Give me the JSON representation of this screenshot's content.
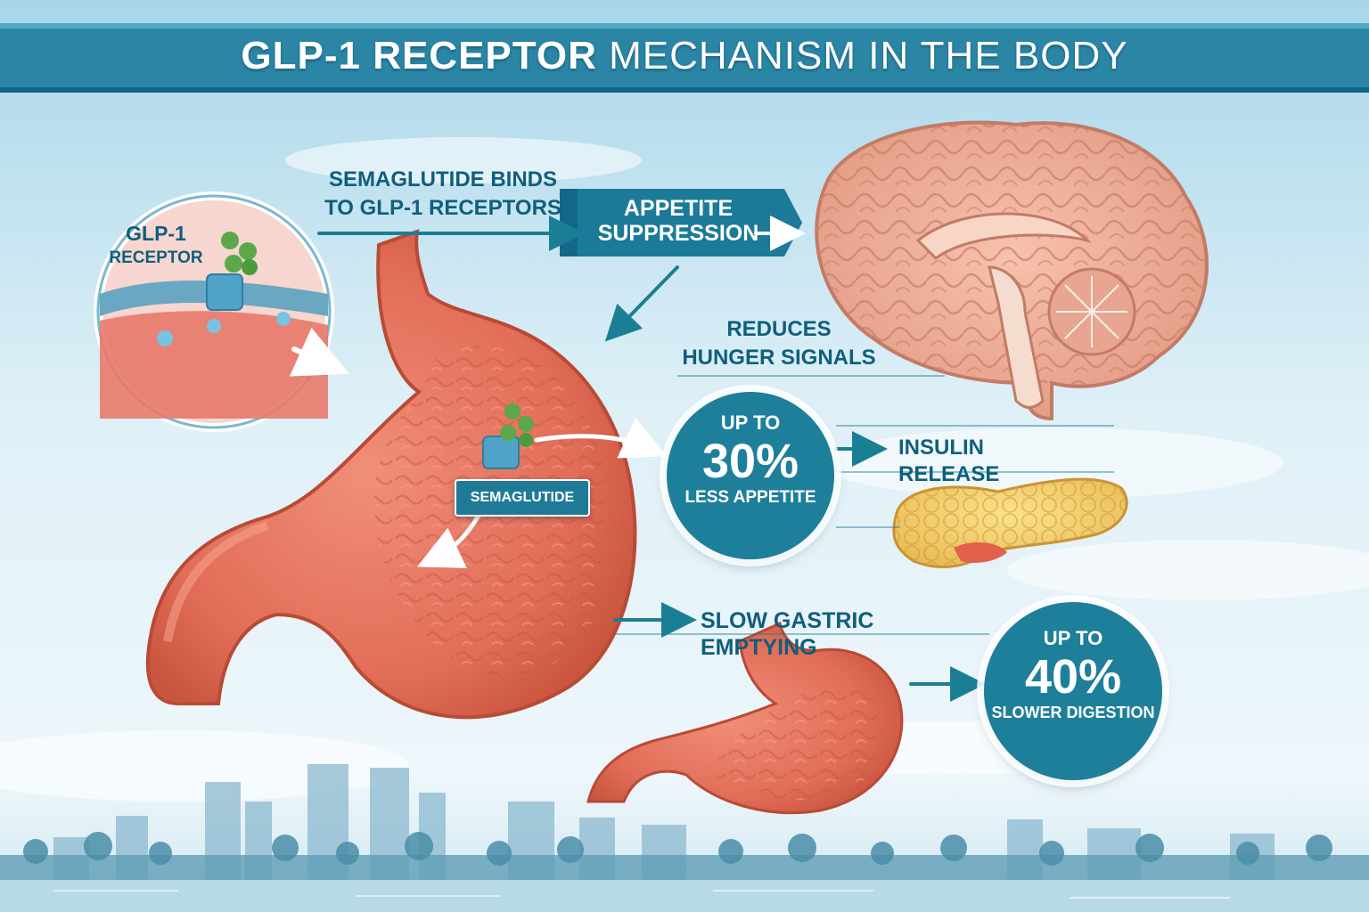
{
  "title": {
    "bold": "GLP-1 RECEPTOR",
    "rest": "MECHANISM IN THE BODY"
  },
  "receptor_inset": {
    "line1": "GLP-1",
    "line2": "RECEPTOR"
  },
  "binding": {
    "line1": "SEMAGLUTIDE BINDS",
    "line2": "TO GLP-1 RECEPTORS"
  },
  "appetite": {
    "line1": "APPETITE",
    "line2": "SUPPRESSION"
  },
  "hunger": {
    "line1": "REDUCES",
    "line2": "HUNGER SIGNALS"
  },
  "stat_appetite": {
    "top": "UP TO",
    "value": "30%",
    "bottom": "LESS APPETITE"
  },
  "insulin": {
    "label": "INSULIN RELEASE"
  },
  "drug_tag": {
    "label": "SEMAGLUTIDE"
  },
  "gastric": {
    "label": "SLOW GASTRIC EMPTYING"
  },
  "stat_digestion": {
    "top": "UP TO",
    "value": "40%",
    "bottom": "SLOWER DIGESTION"
  },
  "colors": {
    "teal": "#1e7f9a",
    "dark_teal": "#0f5f7c",
    "stomach": "#e8745e",
    "sky": "#cfe9f4",
    "molecule": "#5aa84a"
  }
}
